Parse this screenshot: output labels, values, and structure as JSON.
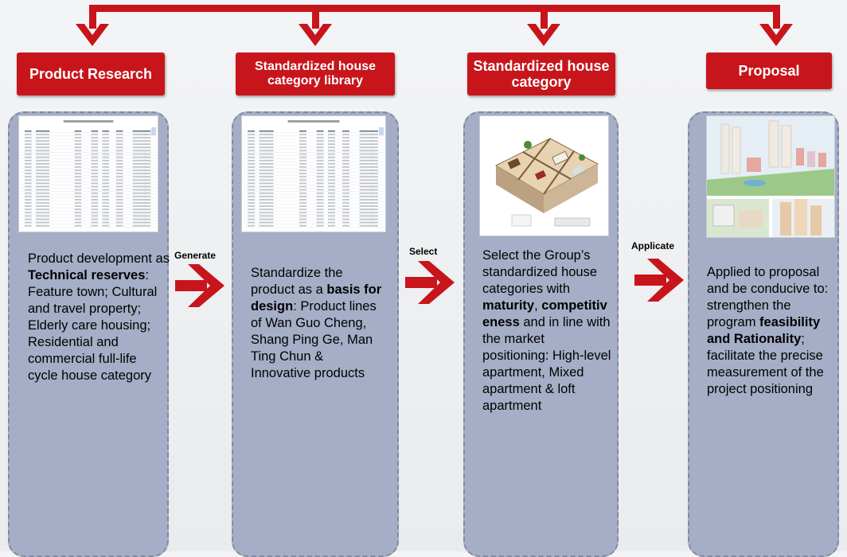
{
  "columns": [
    {
      "header": "Product Research",
      "text_intro": "Product development as ",
      "text_bold": "Technical reserves",
      "text_rest": ": Feature  town; Cultural and travel property; Elderly care housing; Residential and commercial full-life cycle house category"
    },
    {
      "header": "Standardized house category library",
      "text_intro": "Standardize the product as a ",
      "text_bold": "basis for design",
      "text_rest": ": Product lines of Wan Guo Cheng, Shang Ping Ge, Man Ting Chun & Innovative products"
    },
    {
      "header": "Standardized house category",
      "text_intro": "Select the Group’s standardized house categories with ",
      "text_bold": "maturity",
      "text_mid": ", ",
      "text_bold2": "competitiveness",
      "text_rest": " and in line with the market positioning: High-level apartment, Mixed apartment & loft apartment"
    },
    {
      "header": "Proposal",
      "text_intro": "Applied to proposal and be conducive to: strengthen the program ",
      "text_bold": "feasibility and Rationality",
      "text_rest": "; facilitate the precise measurement of the project positioning"
    }
  ],
  "connectors": {
    "generate": "Generate",
    "select": "Select",
    "applicate": "Applicate"
  },
  "colors": {
    "accent_red": "#c8151b",
    "panel_fill": "#a5aec6",
    "panel_border": "#7f8aa1"
  }
}
